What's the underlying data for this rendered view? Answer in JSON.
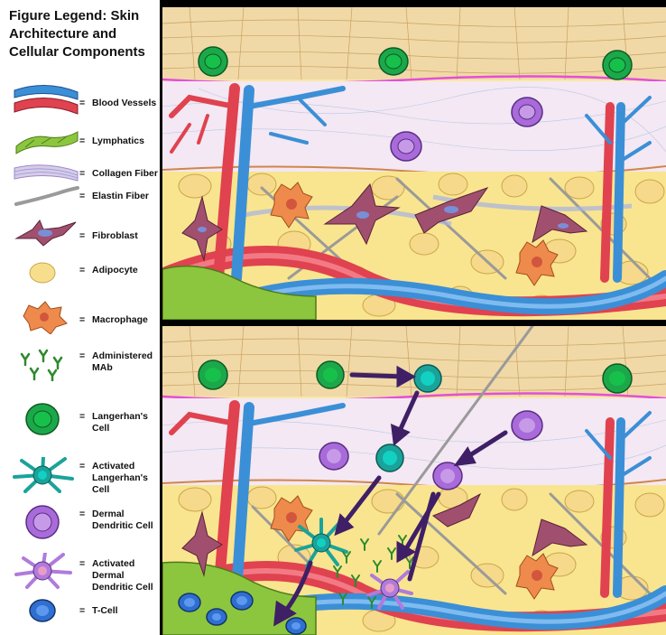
{
  "legend": {
    "title": "Figure Legend: Skin Architecture and Cellular Components",
    "items": [
      {
        "icon": "blood-vessels-icon",
        "label": "Blood Vessels"
      },
      {
        "icon": "lymphatics-icon",
        "label": "Lymphatics"
      },
      {
        "icon": "collagen-fiber-icon",
        "label": "Collagen Fiber"
      },
      {
        "icon": "elastin-fiber-icon",
        "label": "Elastin Fiber"
      },
      {
        "icon": "fibroblast-icon",
        "label": "Fibroblast"
      },
      {
        "icon": "adipocyte-icon",
        "label": "Adipocyte"
      },
      {
        "icon": "macrophage-icon",
        "label": "Macrophage"
      },
      {
        "icon": "administered-mab-icon",
        "label": "Administered MAb"
      },
      {
        "icon": "langerhans-cell-icon",
        "label": "Langerhan's Cell"
      },
      {
        "icon": "activated-langerhans-cell-icon",
        "label": "Activated Langerhan's Cell"
      },
      {
        "icon": "dermal-dendritic-cell-icon",
        "label": "Dermal Dendritic Cell"
      },
      {
        "icon": "activated-dermal-dendritic-cell-icon",
        "label": "Activated Dermal Dendritic Cell"
      },
      {
        "icon": "t-cell-icon",
        "label": "T-Cell"
      }
    ]
  },
  "colors": {
    "epidermis": "#f0d9a6",
    "dermis": "#f3e8f3",
    "fat": "#f9e58f",
    "blood_red": "#e0424f",
    "blood_blue": "#3b8fd6",
    "lymph_green": "#8cc63e",
    "langerhans_green": "#1ca84a",
    "activated_teal": "#1aa39a",
    "dendritic_purple": "#a86bd9",
    "macrophage_orange": "#ee8b4c",
    "fibroblast_mauve": "#a0506e",
    "tcell_blue": "#2f6fd1",
    "arrow_purple": "#3f1f66"
  }
}
